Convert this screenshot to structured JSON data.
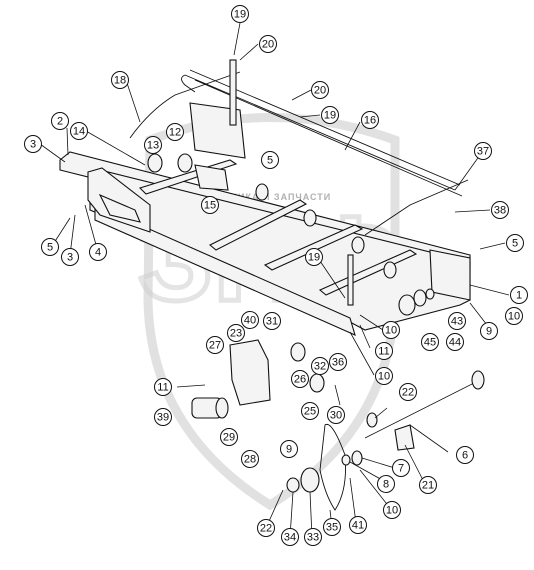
{
  "watermark": {
    "letters": "ЗПФ",
    "caption": "ТЕХНИКА И ЗАПЧАСТИ"
  },
  "callouts": [
    {
      "id": "c19a",
      "label": "19"
    },
    {
      "id": "c20a",
      "label": "20"
    },
    {
      "id": "c18",
      "label": "18"
    },
    {
      "id": "c20b",
      "label": "20"
    },
    {
      "id": "c19b",
      "label": "19"
    },
    {
      "id": "c16",
      "label": "16"
    },
    {
      "id": "c2",
      "label": "2"
    },
    {
      "id": "c3a",
      "label": "3"
    },
    {
      "id": "c14",
      "label": "14"
    },
    {
      "id": "c12",
      "label": "12"
    },
    {
      "id": "c13",
      "label": "13"
    },
    {
      "id": "c5a",
      "label": "5"
    },
    {
      "id": "c37",
      "label": "37"
    },
    {
      "id": "c15",
      "label": "15"
    },
    {
      "id": "c38",
      "label": "38"
    },
    {
      "id": "c5b",
      "label": "5"
    },
    {
      "id": "c3b",
      "label": "3"
    },
    {
      "id": "c4",
      "label": "4"
    },
    {
      "id": "c5c",
      "label": "5"
    },
    {
      "id": "c19c",
      "label": "19"
    },
    {
      "id": "c1",
      "label": "1"
    },
    {
      "id": "c9",
      "label": "9"
    },
    {
      "id": "c10a",
      "label": "10"
    },
    {
      "id": "c43",
      "label": "43"
    },
    {
      "id": "c40",
      "label": "40"
    },
    {
      "id": "c31",
      "label": "31"
    },
    {
      "id": "c10b",
      "label": "10"
    },
    {
      "id": "c23",
      "label": "23"
    },
    {
      "id": "c11a",
      "label": "11"
    },
    {
      "id": "c45",
      "label": "45"
    },
    {
      "id": "c44",
      "label": "44"
    },
    {
      "id": "c27",
      "label": "27"
    },
    {
      "id": "c36",
      "label": "36"
    },
    {
      "id": "c10c",
      "label": "10"
    },
    {
      "id": "c26",
      "label": "26"
    },
    {
      "id": "c32",
      "label": "32"
    },
    {
      "id": "c11b",
      "label": "11"
    },
    {
      "id": "c22a",
      "label": "22"
    },
    {
      "id": "c39",
      "label": "39"
    },
    {
      "id": "c25",
      "label": "25"
    },
    {
      "id": "c30",
      "label": "30"
    },
    {
      "id": "c29",
      "label": "29"
    },
    {
      "id": "c9b",
      "label": "9"
    },
    {
      "id": "c6",
      "label": "6"
    },
    {
      "id": "c28",
      "label": "28"
    },
    {
      "id": "c7",
      "label": "7"
    },
    {
      "id": "c21",
      "label": "21"
    },
    {
      "id": "c8",
      "label": "8"
    },
    {
      "id": "c10d",
      "label": "10"
    },
    {
      "id": "c22b",
      "label": "22"
    },
    {
      "id": "c41",
      "label": "41"
    },
    {
      "id": "c34",
      "label": "34"
    },
    {
      "id": "c33",
      "label": "33"
    },
    {
      "id": "c35",
      "label": "35"
    }
  ]
}
